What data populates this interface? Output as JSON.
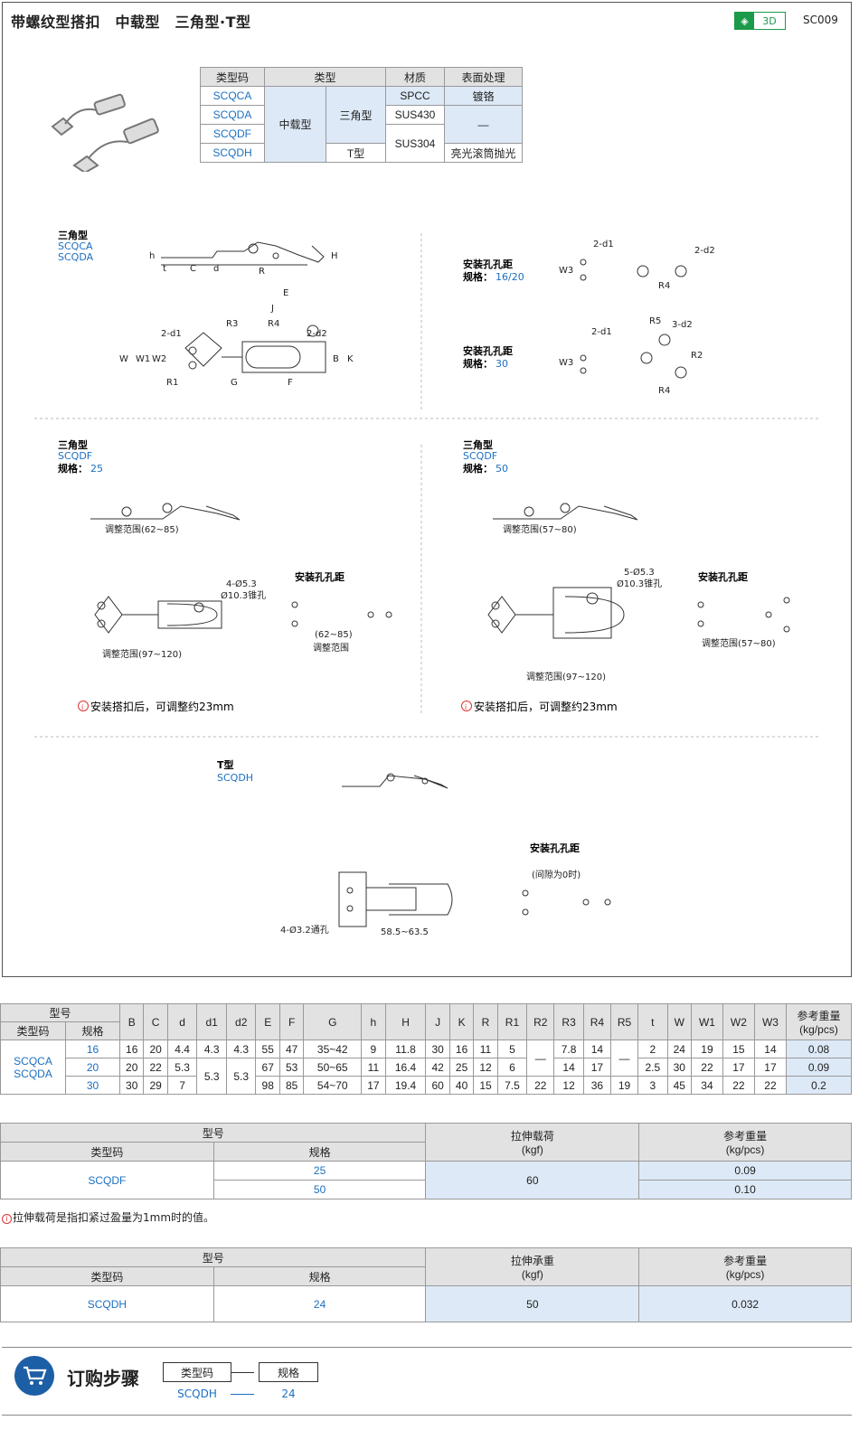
{
  "header": {
    "title": "带螺纹型搭扣　中载型　三角型·T型",
    "badge": "3D",
    "code": "SC009"
  },
  "material_table": {
    "headers": [
      "类型码",
      "类型",
      "材质",
      "表面处理"
    ],
    "codes": [
      "SCQCA",
      "SCQDA",
      "SCQDF",
      "SCQDH"
    ],
    "load_type": "中载型",
    "type_tri": "三角型",
    "type_t": "T型",
    "mat_spcc": "SPCC",
    "mat_sus430": "SUS430",
    "mat_sus304": "SUS304",
    "finish_cr": "镀铬",
    "finish_dash": "—",
    "finish_polish": "亮光滚筒抛光"
  },
  "drawings": {
    "tri_label": "三角型",
    "codeA": "SCQCA",
    "codeB": "SCQDA",
    "hole_label": "安装孔孔距",
    "spec_label": "规格：",
    "spec_16_20": "16/20",
    "spec_30": "30",
    "codeF": "SCQDF",
    "spec_25": "25",
    "spec_50": "50",
    "t_label": "T型",
    "codeH": "SCQDH",
    "adj_62_85": "调整范围(62~85)",
    "adj_57_80": "调整范围(57~80)",
    "adj_97_120": "调整范围(97~120)",
    "adj_range": "调整范围",
    "range_62_85": "(62~85)",
    "adj_note": "安装搭扣后，可调整约23mm",
    "dim_hole_4": "4-Ø5.3",
    "dim_hole_5": "5-Ø5.3",
    "dim_cone": "Ø10.3锥孔",
    "dim_thru": "4-Ø3.2通孔",
    "dim_gap": "(间隙为0时)",
    "dim_range_h": "58.5~63.5",
    "dims": {
      "E": "E",
      "J": "J",
      "R3": "R3",
      "R4": "R4",
      "d1": "2-d1",
      "d2": "2-d2",
      "d3": "3-d2",
      "R5": "R5",
      "R2": "R2",
      "R1": "R1",
      "W": "W",
      "W1": "W1",
      "W2": "W2",
      "W3": "W3",
      "B": "B",
      "K": "K",
      "G": "G",
      "F": "F",
      "h": "h",
      "t": "t",
      "C": "C",
      "d": "d",
      "R": "R",
      "H": "H"
    }
  },
  "spec_table": {
    "h1": "型号",
    "h_type": "类型码",
    "h_spec": "规格",
    "cols": [
      "B",
      "C",
      "d",
      "d1",
      "d2",
      "E",
      "F",
      "G",
      "h",
      "H",
      "J",
      "K",
      "R",
      "R1",
      "R2",
      "R3",
      "R4",
      "R5",
      "t",
      "W",
      "W1",
      "W2",
      "W3"
    ],
    "h_weight": "参考重量\n(kg/pcs)",
    "codes": "SCQCA\nSCQDA",
    "rows": [
      {
        "spec": "16",
        "B": "16",
        "C": "20",
        "d": "4.4",
        "d1": "4.3",
        "d2": "4.3",
        "E": "55",
        "F": "47",
        "G": "35~42",
        "h": "9",
        "H": "11.8",
        "J": "30",
        "K": "16",
        "R": "11",
        "R1": "5",
        "R2": "—",
        "R3": "7.8",
        "R4": "14",
        "R5": "—",
        "t": "2",
        "W": "24",
        "W1": "19",
        "W2": "15",
        "W3": "14",
        "wt": "0.08"
      },
      {
        "spec": "20",
        "B": "20",
        "C": "22",
        "d": "5.3",
        "d1": "5.3",
        "d2": "5.3",
        "E": "67",
        "F": "53",
        "G": "50~65",
        "h": "11",
        "H": "16.4",
        "J": "42",
        "K": "25",
        "R": "12",
        "R1": "6",
        "R3": "14",
        "R4": "17",
        "t": "2.5",
        "W": "30",
        "W1": "22",
        "W2": "17",
        "W3": "17",
        "wt": "0.09"
      },
      {
        "spec": "30",
        "B": "30",
        "C": "29",
        "d": "7",
        "E": "98",
        "F": "85",
        "G": "54~70",
        "h": "17",
        "H": "19.4",
        "J": "60",
        "K": "40",
        "R": "15",
        "R1": "7.5",
        "R2": "22",
        "R3": "12",
        "R4": "36",
        "R5": "19",
        "t": "3",
        "W": "45",
        "W1": "34",
        "W2": "22",
        "W3": "22",
        "wt": "0.2"
      }
    ]
  },
  "table_f": {
    "h1": "型号",
    "h_type": "类型码",
    "h_spec": "规格",
    "h_load": "拉伸载荷\n(kgf)",
    "h_weight": "参考重量\n(kg/pcs)",
    "code": "SCQDF",
    "specs": [
      "25",
      "50"
    ],
    "load": "60",
    "weights": [
      "0.09",
      "0.10"
    ],
    "note": "拉伸载荷是指扣紧过盈量为1mm时的值。"
  },
  "table_h": {
    "h1": "型号",
    "h_type": "类型码",
    "h_spec": "规格",
    "h_load": "拉伸承重\n(kgf)",
    "h_weight": "参考重量\n(kg/pcs)",
    "code": "SCQDH",
    "spec": "24",
    "load": "50",
    "weight": "0.032"
  },
  "order": {
    "title": "订购步骤",
    "box1": "类型码",
    "box2": "规格",
    "dash": "—",
    "val1": "SCQDH",
    "val2": "24"
  },
  "colors": {
    "accent": "#1b6fc1",
    "green": "#1a9a4a",
    "header_gray": "#e2e2e2",
    "cell_blue": "#dde9f7"
  }
}
